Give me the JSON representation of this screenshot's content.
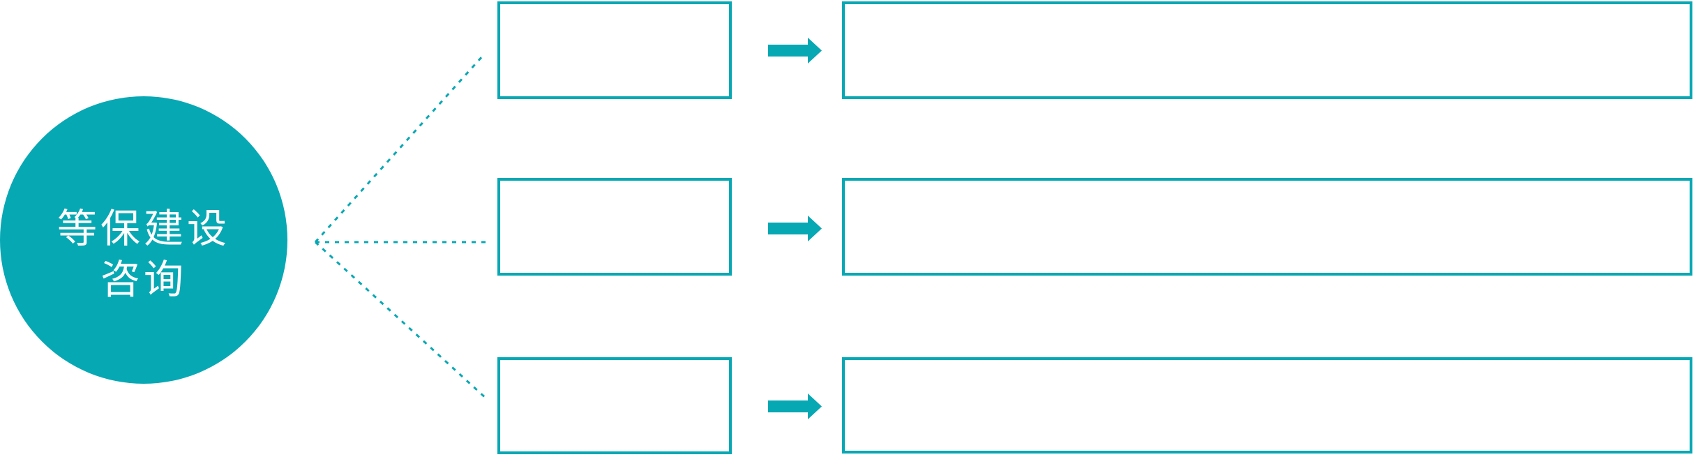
{
  "colors": {
    "accent": "#06A8B4",
    "label_text": "#FFFFFF",
    "background": "#FFFFFF"
  },
  "hub": {
    "label": "等保建设咨询",
    "label_lines": [
      "等保建设",
      "咨询"
    ]
  },
  "rows": [
    {
      "step_text": "",
      "detail_text": ""
    },
    {
      "step_text": "",
      "detail_text": ""
    },
    {
      "step_text": "",
      "detail_text": ""
    }
  ],
  "icons": {
    "flow_arrow": "arrow-right-icon",
    "hub_connectors": "dotted-fanout-lines"
  }
}
